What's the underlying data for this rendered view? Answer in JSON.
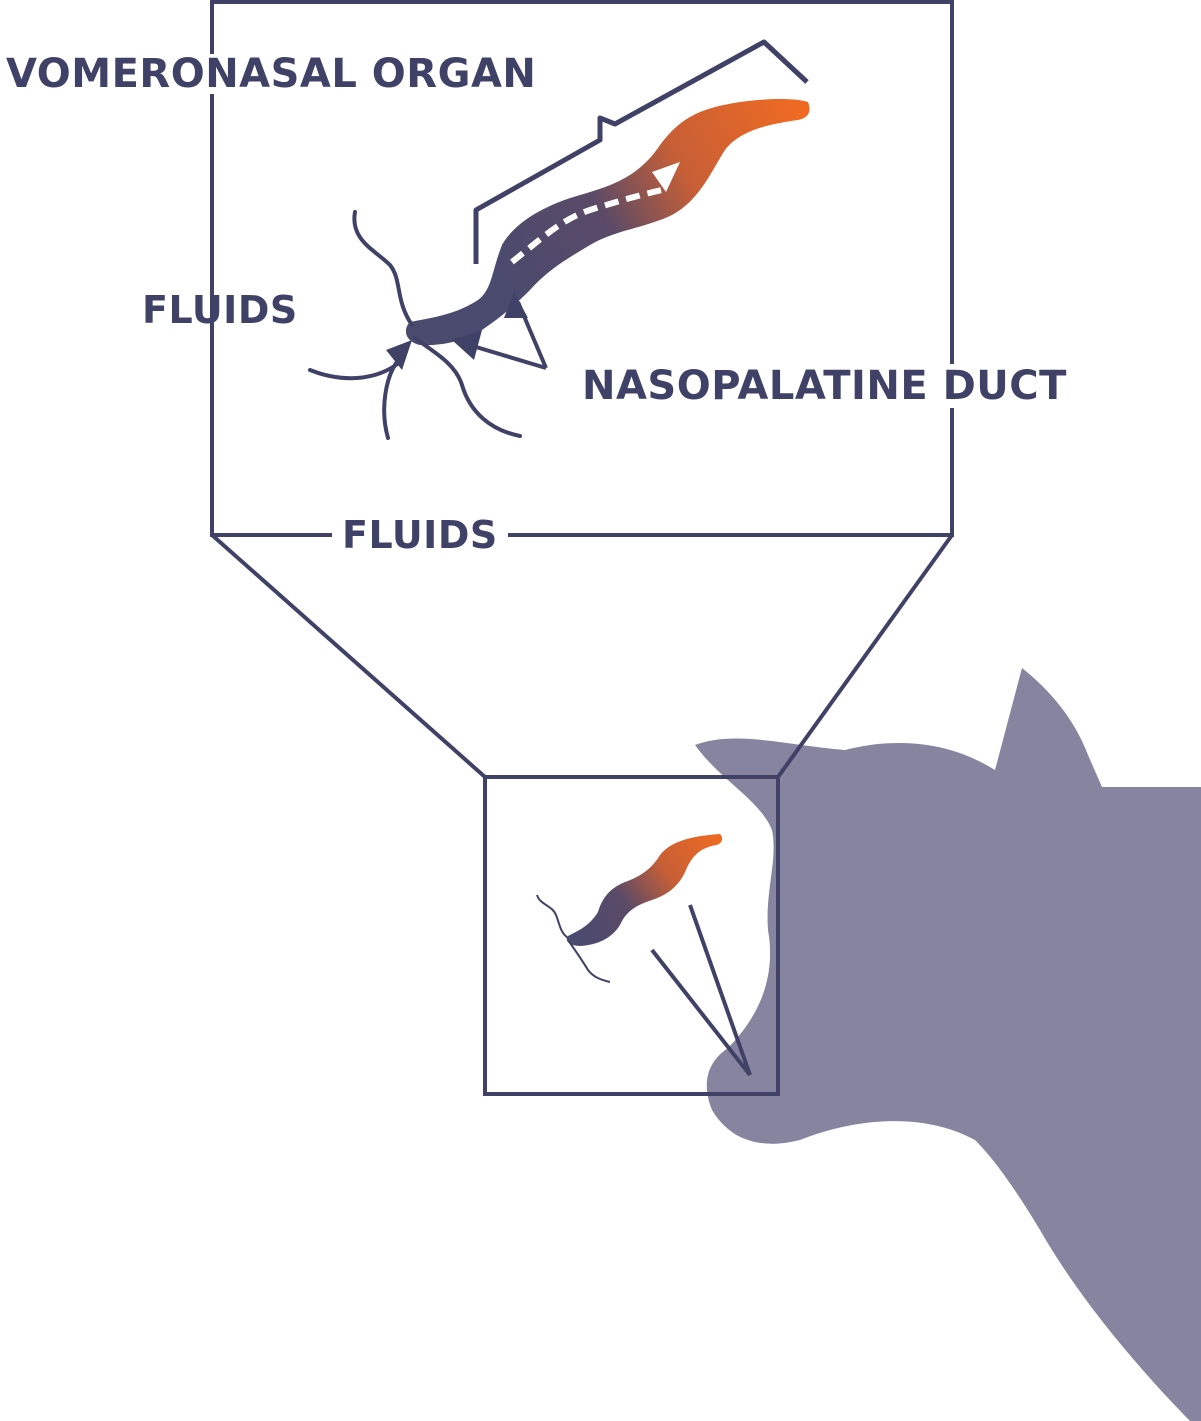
{
  "labels": {
    "vomeronasal_organ": "VOMERONASAL ORGAN",
    "fluids_left": "FLUIDS",
    "fluids_bottom": "FLUIDS",
    "nasopalatine_duct": "NASOPALATINE DUCT"
  },
  "colors": {
    "line": "#3f4266",
    "organ_dark": "#4a4a6e",
    "organ_orange": "#ee6a22",
    "cow_silhouette": "#8784a0",
    "background": "#ffffff"
  }
}
